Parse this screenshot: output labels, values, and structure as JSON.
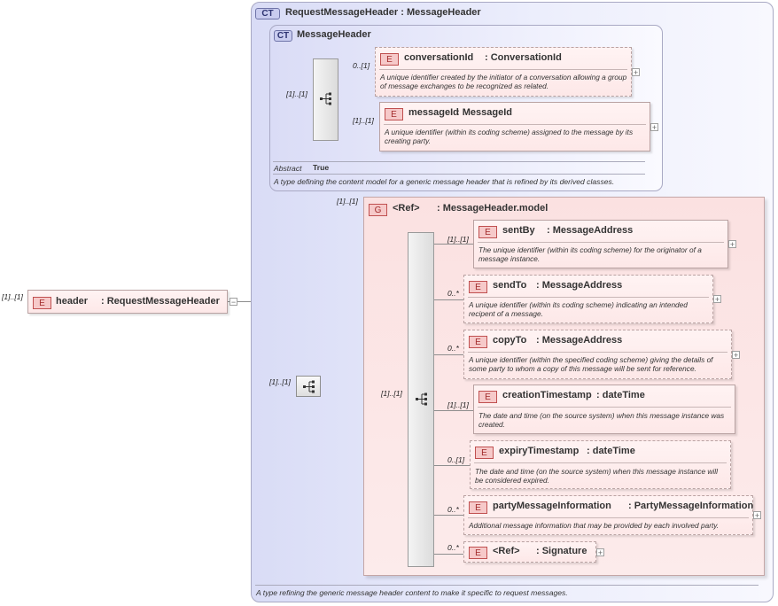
{
  "root": {
    "cardinality": "[1]..[1]",
    "badge": "E",
    "name": "header",
    "type": ": RequestMessageHeader"
  },
  "outer_type": {
    "badge": "CT",
    "title": "RequestMessageHeader : MessageHeader",
    "description": "A type refining the generic message header content to make it specific to request messages."
  },
  "inner_type": {
    "badge": "CT",
    "title": "MessageHeader",
    "abstract_label": "Abstract",
    "abstract_value": "True",
    "description": "A type defining the content model for a generic message header that is refined by its derived classes.",
    "sequence_cardinality": "[1]..[1]",
    "elements": [
      {
        "cardinality": "0..[1]",
        "badge": "E",
        "name": "conversationId",
        "type": ": ConversationId",
        "description": "A unique identifier created by the initiator of a conversation allowing a group of message exchanges to be recognized as related."
      },
      {
        "cardinality": "[1]..[1]",
        "badge": "E",
        "name": "messageId",
        "type": ": MessageId",
        "description": "A unique identifier (within its coding scheme) assigned to the message by its creating party."
      }
    ]
  },
  "extension": {
    "sequence_cardinality": "[1]..[1]",
    "group": {
      "cardinality": "[1]..[1]",
      "badge": "G",
      "ref": "<Ref>",
      "name": ": MessageHeader.model",
      "sequence_cardinality": "[1]..[1]",
      "elements": [
        {
          "cardinality": "[1]..[1]",
          "badge": "E",
          "name": "sentBy",
          "type": ": MessageAddress",
          "description": "The unique identifier (within its coding scheme) for the originator of a message instance."
        },
        {
          "cardinality": "0..*",
          "badge": "E",
          "name": "sendTo",
          "type": ": MessageAddress",
          "description": "A unique identifier (within its coding scheme) indicating an intended recipent of a message."
        },
        {
          "cardinality": "0..*",
          "badge": "E",
          "name": "copyTo",
          "type": ": MessageAddress",
          "description": "A unique identifier (within the specified coding scheme) giving the details of some party to whom a copy of this message will be sent for reference."
        },
        {
          "cardinality": "[1]..[1]",
          "badge": "E",
          "name": "creationTimestamp",
          "type": ": dateTime",
          "description": "The date and time (on the source system) when this message instance was created."
        },
        {
          "cardinality": "0..[1]",
          "badge": "E",
          "name": "expiryTimestamp",
          "type": ": dateTime",
          "description": "The date and time (on the source system) when this message instance will be considered expired."
        },
        {
          "cardinality": "0..*",
          "badge": "E",
          "name": "partyMessageInformation",
          "type": ": PartyMessageInformation",
          "description": "Additional message information that may be provided by each involved party."
        },
        {
          "cardinality": "0..*",
          "badge": "E",
          "name": "<Ref>",
          "type": ": Signature",
          "description": ""
        }
      ]
    }
  },
  "icons": {
    "sequence": "sequence-icon",
    "expand": "plus-icon",
    "collapse": "minus-icon"
  }
}
